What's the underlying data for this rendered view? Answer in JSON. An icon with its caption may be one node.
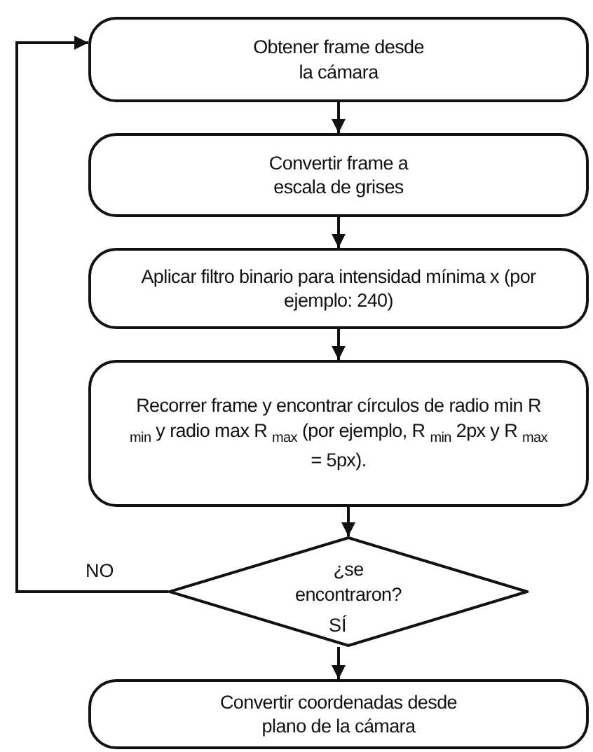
{
  "diagram": {
    "nodes": [
      {
        "text": [
          "Obtener frame desde la cámara"
        ]
      },
      {
        "text": [
          "Convertir frame a escala de grises"
        ]
      },
      {
        "text": [
          "Aplicar filtro binario para intensidad mínima x (por ejemplo: 240)"
        ]
      },
      {
        "text": [
          "Recorrer frame y encontrar círculos de radio min R $_{min}$ y radio max R $_{max}$ (por ejemplo, R $_{min}$ 2px y R $_{max}$ = 5px)."
        ]
      },
      {
        "text": [
          "¿se encontraron?"
        ]
      },
      {
        "text": [
          "Convertir coordenadas desde plano de la cámara"
        ]
      }
    ],
    "edges": [
      {
        "from": 0,
        "to": 1,
        "arrow": "to"
      },
      {
        "from": 1,
        "to": 2,
        "arrow": "to"
      },
      {
        "from": 2,
        "to": 3,
        "arrow": "to"
      },
      {
        "from": 3,
        "to": 4,
        "arrow": "to"
      },
      {
        "from": 4,
        "to": 5,
        "arrow": "to",
        "label": "SÍ"
      },
      {
        "from": 4,
        "to": 0,
        "arrow": "to",
        "label": "NO"
      }
    ]
  }
}
